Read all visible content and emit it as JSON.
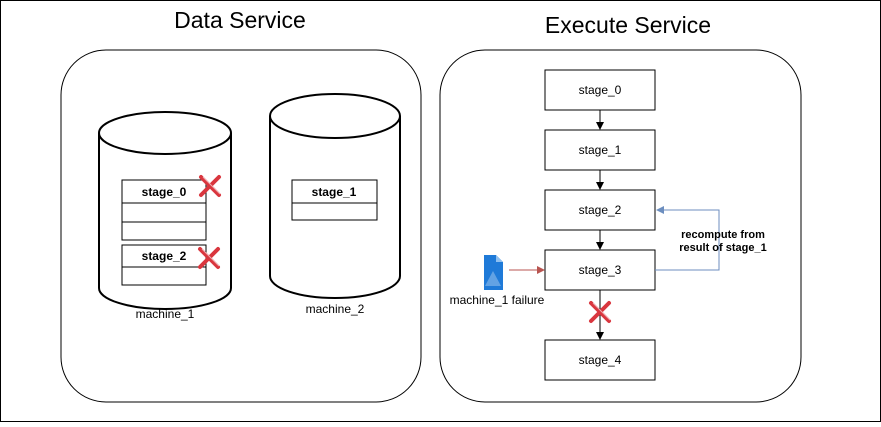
{
  "data_service": {
    "title": "Data Service",
    "machines": [
      {
        "name": "machine_1",
        "tables": [
          {
            "label": "stage_0",
            "failed": true
          },
          {
            "label": "stage_2",
            "failed": true
          }
        ]
      },
      {
        "name": "machine_2",
        "tables": [
          {
            "label": "stage_1",
            "failed": false
          }
        ]
      }
    ]
  },
  "execute_service": {
    "title": "Execute Service",
    "stages": [
      "stage_0",
      "stage_1",
      "stage_2",
      "stage_3",
      "stage_4"
    ],
    "failure_label": "machine_1 failure",
    "recompute_note_line1": "recompute from",
    "recompute_note_line2": "result of stage_1"
  },
  "colors": {
    "failure_mark": "#d9363e",
    "failure_arrow": "#b85450",
    "recompute_arrow": "#6c8ebf",
    "file_icon": "#1f7ad8"
  }
}
